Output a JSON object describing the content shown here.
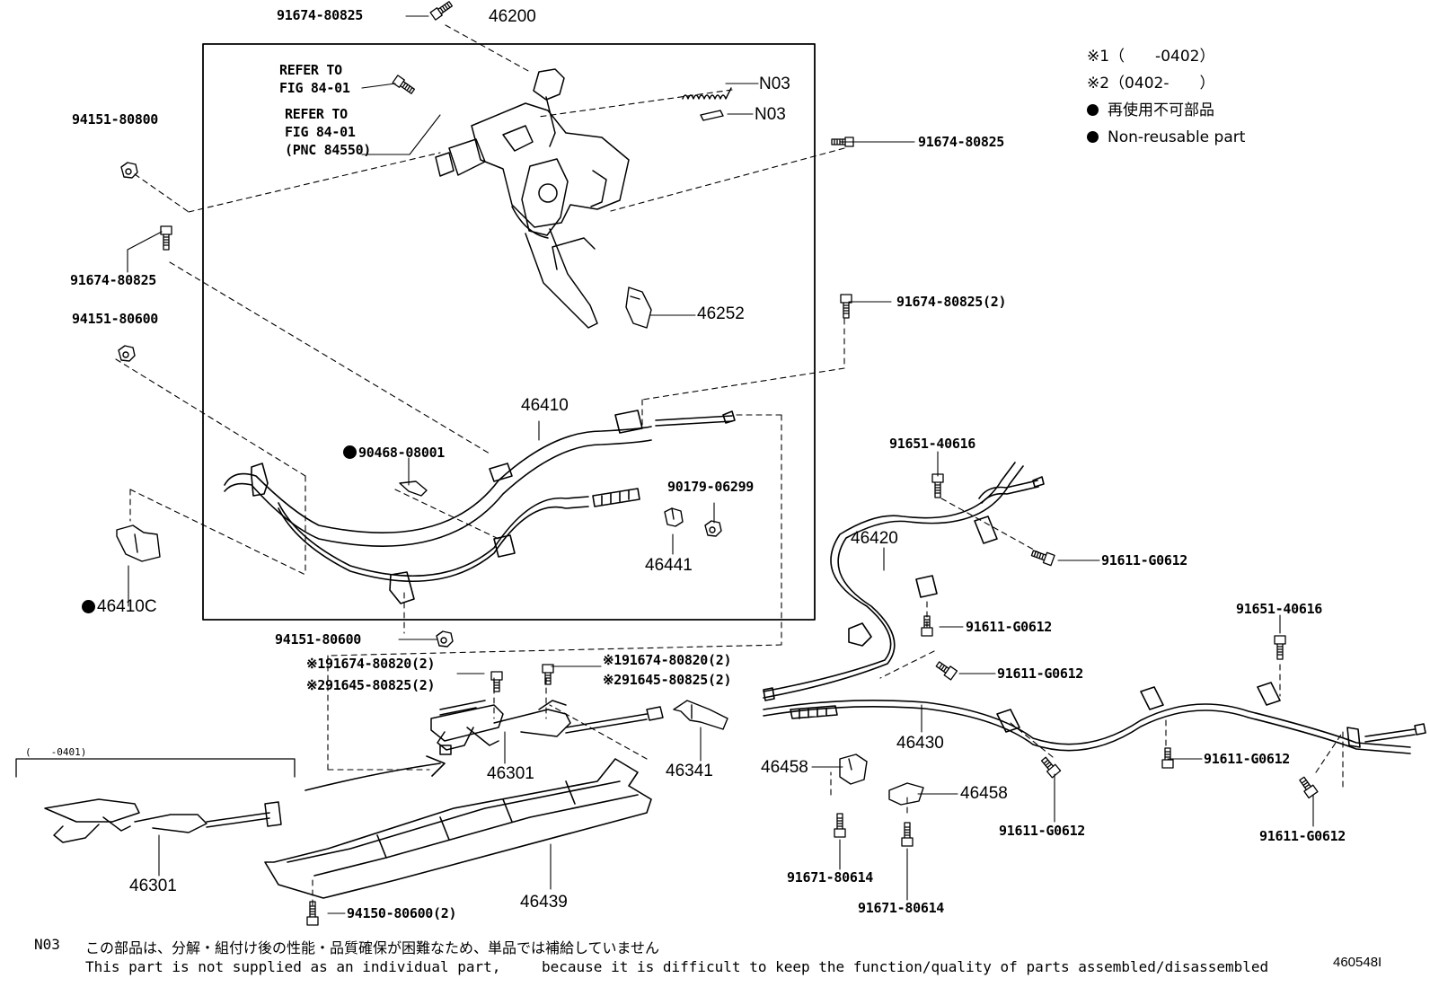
{
  "legend": {
    "note1": "※1（　　-0402）",
    "note2": "※2（0402-　　）",
    "jp": "再使用不可部品",
    "en": "Non-reusable part"
  },
  "refs": {
    "fig1_a": "REFER TO",
    "fig1_b": "FIG 84-01",
    "fig2_a": "REFER TO",
    "fig2_b": "FIG 84-01",
    "fig2_c": "(PNC 84550)"
  },
  "labels": {
    "p46200": "46200",
    "p91674_top": "91674-80825",
    "n03_spring": "N03",
    "n03_pin": "N03",
    "p91674_right": "91674-80825",
    "p94151_80800": "94151-80800",
    "p91674_left": "91674-80825",
    "p94151_80600_left": "94151-80600",
    "p46252": "46252",
    "p91674_2": "91674-80825(2)",
    "p46410": "46410",
    "p90468": "90468-08001",
    "p90179": "90179-06299",
    "p46441": "46441",
    "p46410c": "46410C",
    "p94151_80600_bot": "94151-80600",
    "p91651_a": "91651-40616",
    "p46420": "46420",
    "p91611_a": "91611-G0612",
    "p91611_b": "91611-G0612",
    "p91611_c": "91611-G0612",
    "p91651_b": "91651-40616",
    "n1_91674": "※191674-80820(2)",
    "n2_91645": "※291645-80825(2)",
    "m1_91674": "※191674-80820(2)",
    "m2_91645": "※291645-80825(2)",
    "p46301_main": "46301",
    "p46341": "46341",
    "p46430": "46430",
    "p46458_a": "46458",
    "p46458_b": "46458",
    "p91611_d": "91611-G0612",
    "p91611_e": "91611-G0612",
    "p91611_f": "91611-G0612",
    "p46301_left": "46301",
    "p46439": "46439",
    "p94150": "94150-80600(2)",
    "p91671_a": "91671-80614",
    "p91671_b": "91671-80614",
    "range_0401": "(　　-0401)"
  },
  "footer": {
    "code": "N03",
    "jp": "この部品は、分解・組付け後の性能・品質確保が困難なため、単品では補給していません",
    "en1": "This part is not supplied as an individual part,",
    "en2": "because it is difficult to keep the function/quality of parts assembled/disassembled",
    "illustration_id": "460548I"
  }
}
